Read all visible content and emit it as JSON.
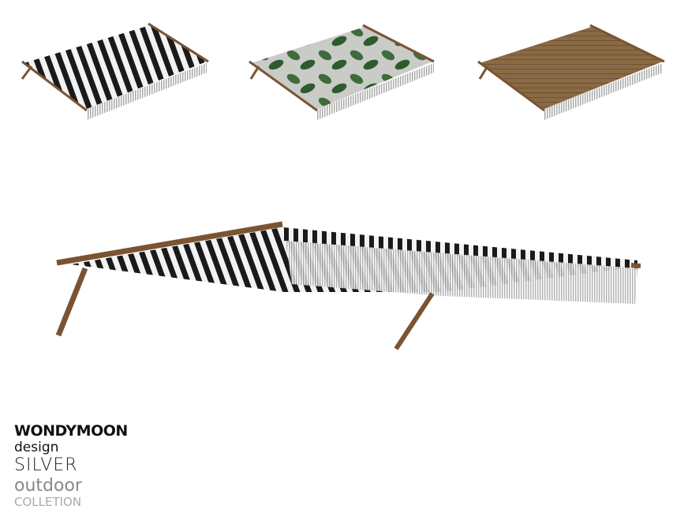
{
  "brand": {
    "line1": "WONDYMOON",
    "line2": "design",
    "line3": "SILVER",
    "line4": "outdoor",
    "line5": "COLLETION"
  },
  "variants": [
    "black-white-stripe",
    "tropical-leaf",
    "wood"
  ],
  "colors": {
    "wood": "#7a5432",
    "stripe_dark": "#1a1a1a",
    "stripe_light": "#f2f2f2",
    "leaf": "#3f6b3a",
    "leaf_bg": "#c9cbc7",
    "fringe": "#bdbdbd"
  }
}
